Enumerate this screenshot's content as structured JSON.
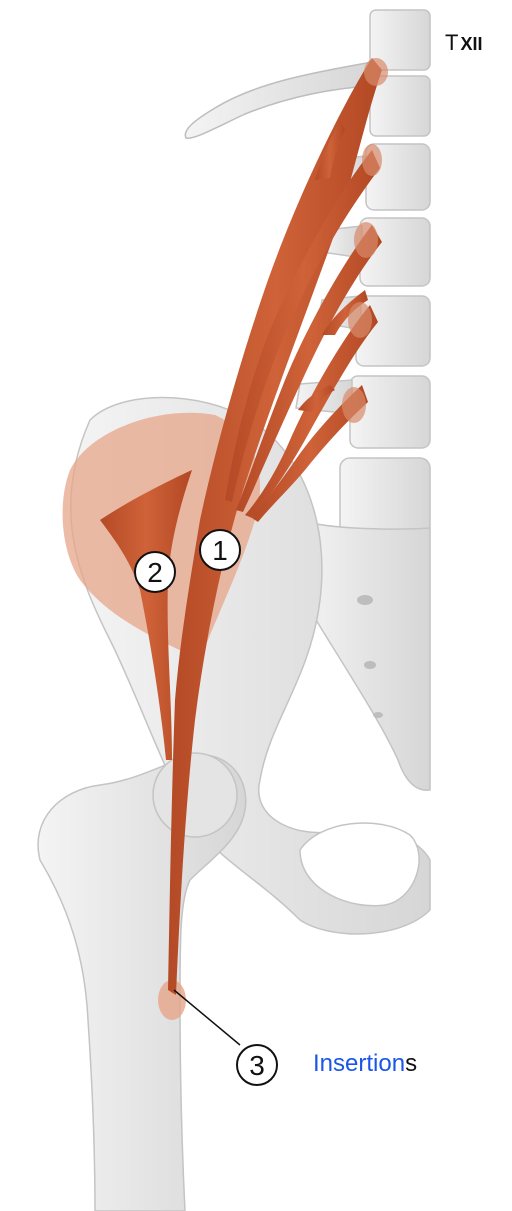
{
  "labels": {
    "vertebra_prefix": "T",
    "vertebra_roman": "XII",
    "insertion_link": "Insertion",
    "insertion_rest": "s"
  },
  "callouts": [
    "1",
    "2",
    "3"
  ],
  "colors": {
    "muscle": "#c2562f",
    "muscle_light": "#d98a6a",
    "origin_tint": "#e6a58a",
    "bone": "#ececec",
    "bone_shadow": "#d2d2d2",
    "link": "#1a56e8"
  }
}
